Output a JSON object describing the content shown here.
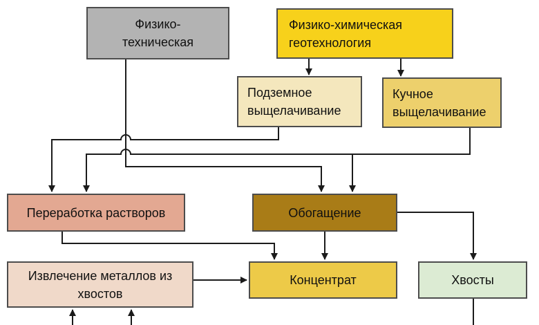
{
  "line_color": "#1b1b1b",
  "nodes": {
    "fiz_tech": {
      "lines": [
        "Физико-",
        "техническая"
      ],
      "color": "#b3b3b3"
    },
    "fiz_him": {
      "lines": [
        "Физико-химическая",
        "геотехнология"
      ],
      "color": "#f7d11b"
    },
    "podzemnoe": {
      "lines": [
        "Подземное",
        "выщелачивание"
      ],
      "color": "#f4e7bd"
    },
    "kuchnoe": {
      "lines": [
        "Кучное",
        "выщелачивание"
      ],
      "color": "#edd06c"
    },
    "pererabotka": {
      "lines": [
        "Переработка растворов"
      ],
      "color": "#e3a892"
    },
    "obogashchenie": {
      "lines": [
        "Обогащение"
      ],
      "color": "#a97c17"
    },
    "izvlechenie": {
      "lines": [
        "Извлечение металлов из",
        "хвостов"
      ],
      "color": "#f0d9c9"
    },
    "koncentrat": {
      "lines": [
        "Концентрат"
      ],
      "color": "#edca48"
    },
    "hvosty": {
      "lines": [
        "Хвосты"
      ],
      "color": "#dcebd3"
    }
  },
  "edges": [
    {
      "from": "fiz_him",
      "to": "podzemnoe"
    },
    {
      "from": "fiz_him",
      "to": "kuchnoe"
    },
    {
      "from": "podzemnoe",
      "to": "pererabotka"
    },
    {
      "from": "kuchnoe",
      "to": "pererabotka"
    },
    {
      "from": "kuchnoe",
      "to": "obogashchenie"
    },
    {
      "from": "fiz_tech",
      "to": "obogashchenie"
    },
    {
      "from": "obogashchenie",
      "to": "koncentrat"
    },
    {
      "from": "obogashchenie",
      "to": "hvosty"
    },
    {
      "from": "pererabotka",
      "to": "koncentrat"
    },
    {
      "from": "izvlechenie",
      "to": "koncentrat"
    },
    {
      "from": "hvosty",
      "to": "below-view"
    },
    {
      "from": "below-view",
      "to": "izvlechenie"
    }
  ]
}
